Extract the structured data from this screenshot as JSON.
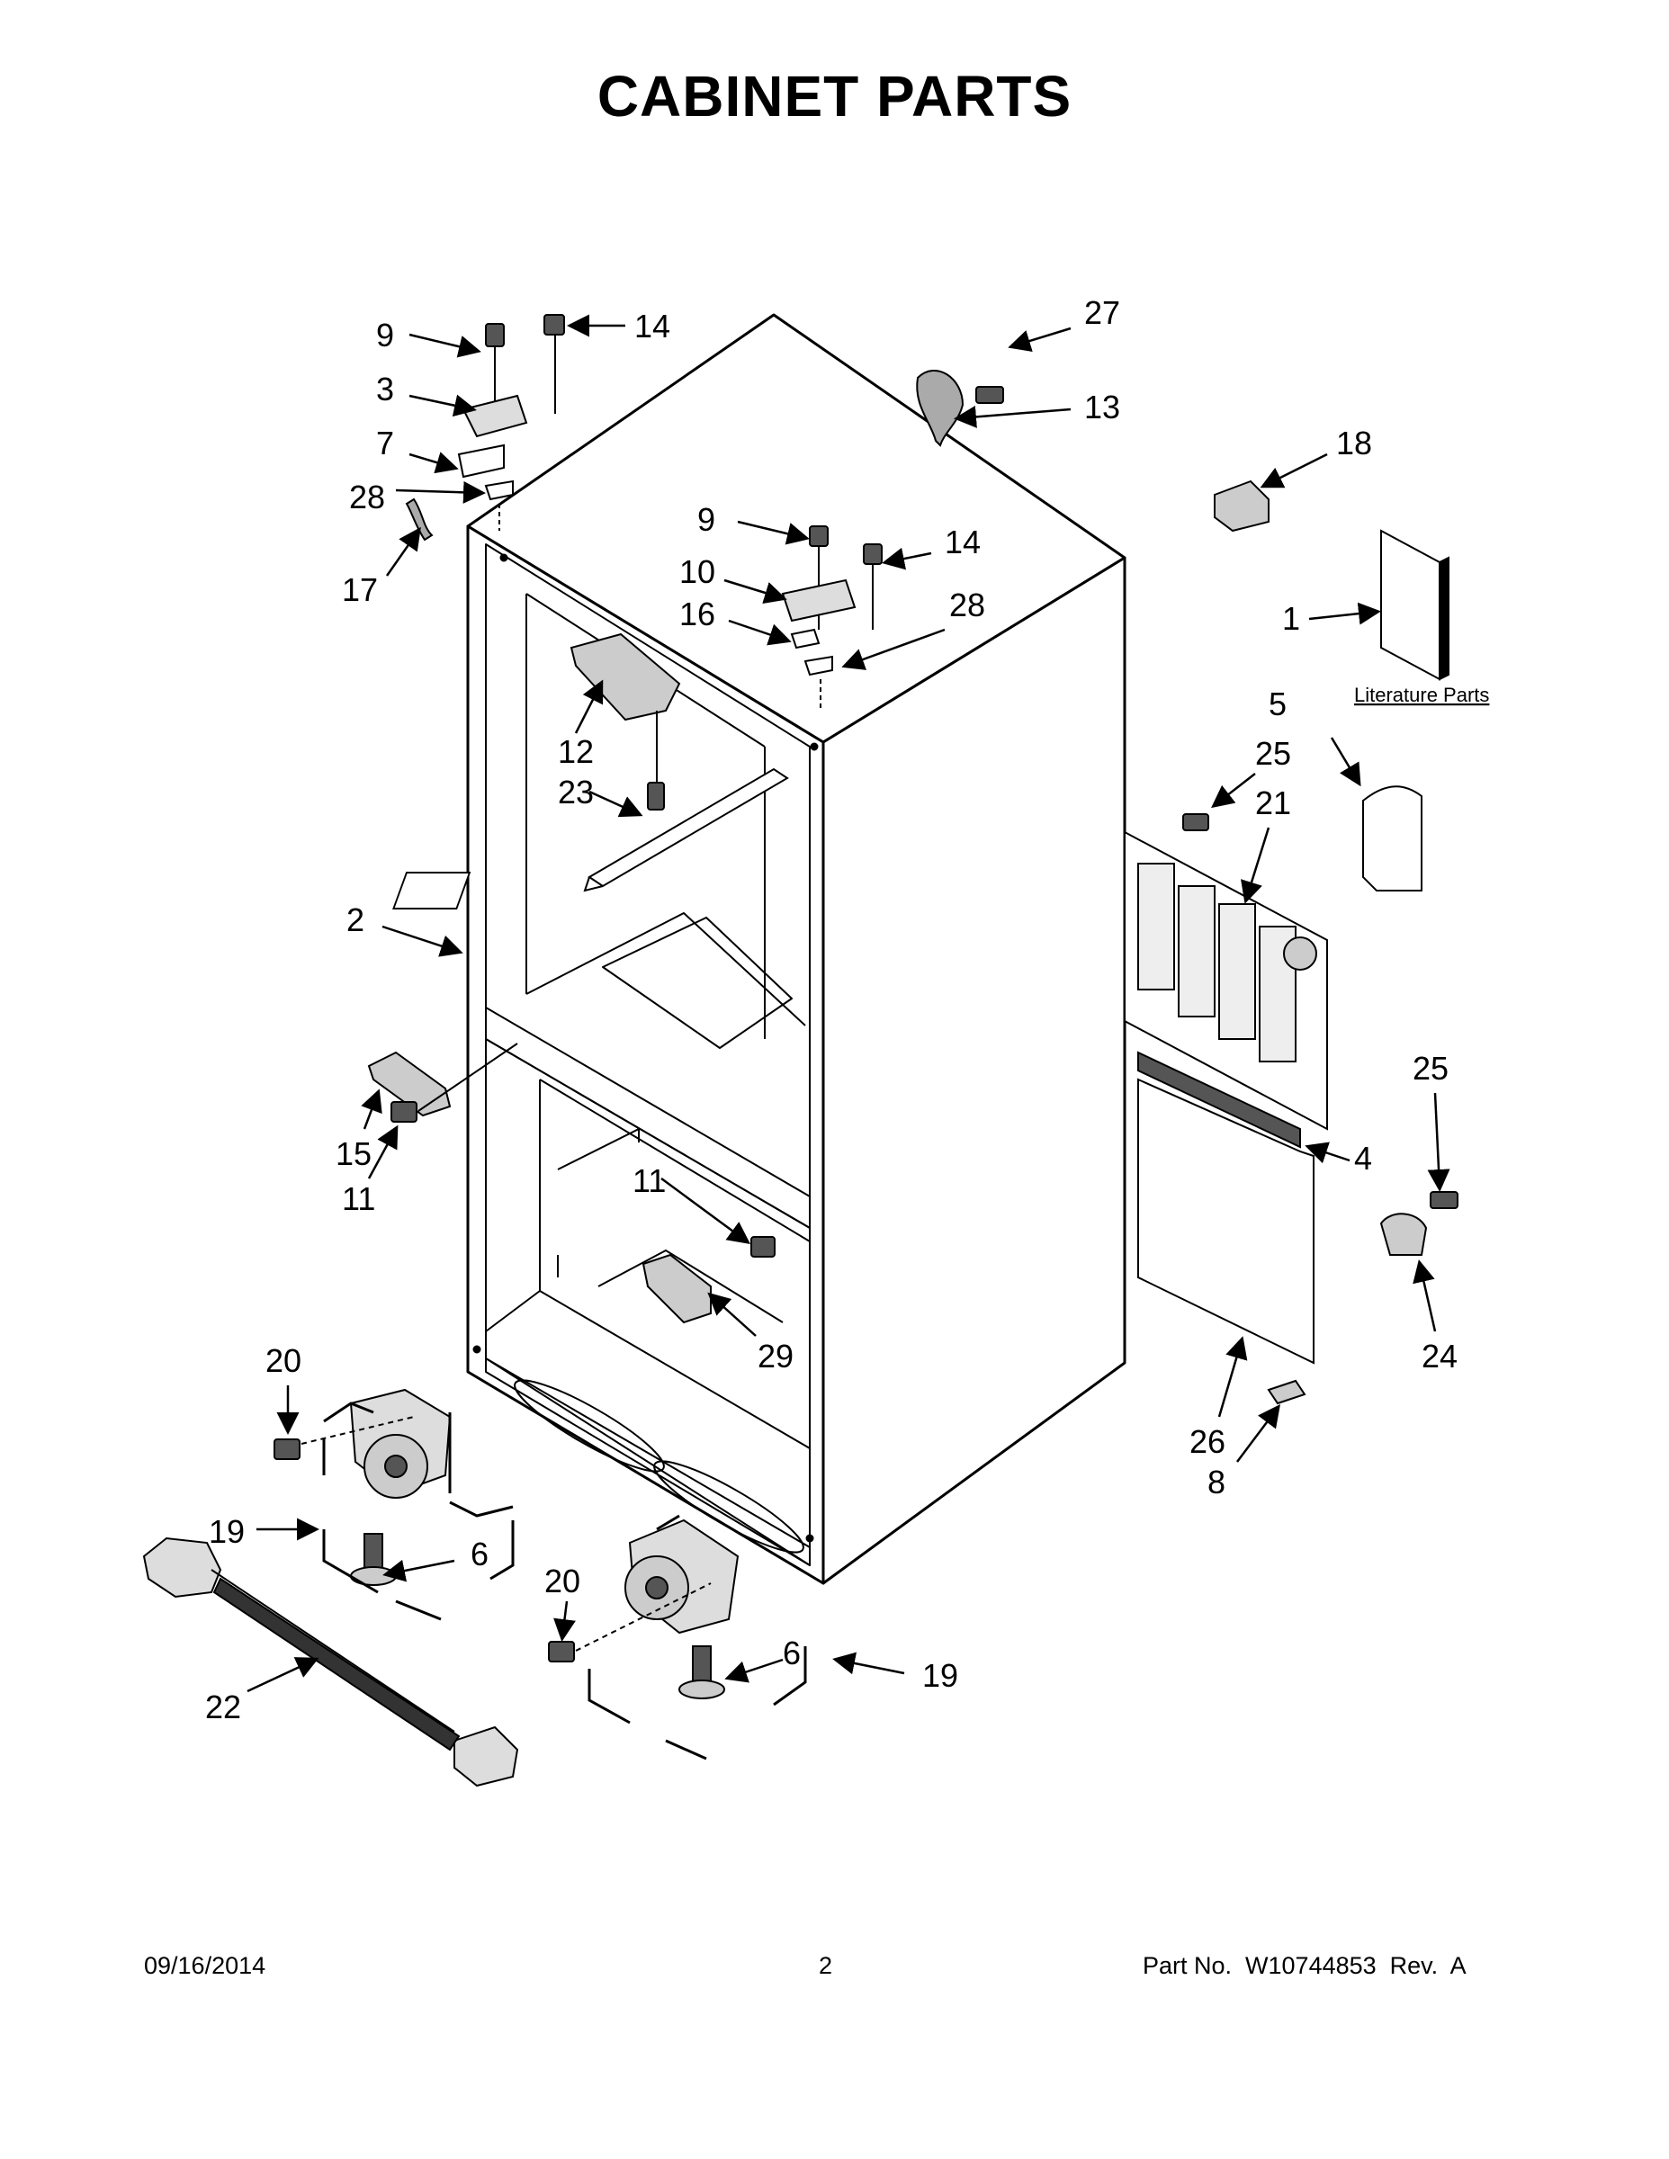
{
  "title": "CABINET PARTS",
  "literature_label": "Literature Parts",
  "callouts": {
    "c9a": "9",
    "c14a": "14",
    "c3": "3",
    "c7": "7",
    "c28a": "28",
    "c17": "17",
    "c27": "27",
    "c13": "13",
    "c18": "18",
    "c9b": "9",
    "c14b": "14",
    "c10": "10",
    "c16": "16",
    "c28b": "28",
    "c1": "1",
    "c5": "5",
    "c25a": "25",
    "c21": "21",
    "c12": "12",
    "c23": "23",
    "c2": "2",
    "c15": "15",
    "c11a": "11",
    "c11b": "11",
    "c29": "29",
    "c4": "4",
    "c25b": "25",
    "c24": "24",
    "c26": "26",
    "c8": "8",
    "c20a": "20",
    "c19a": "19",
    "c6a": "6",
    "c22": "22",
    "c20b": "20",
    "c6b": "6",
    "c19b": "19"
  },
  "footer": {
    "date": "09/16/2014",
    "page": "2",
    "part_number": "Part No.  W10744853  Rev.  A"
  }
}
